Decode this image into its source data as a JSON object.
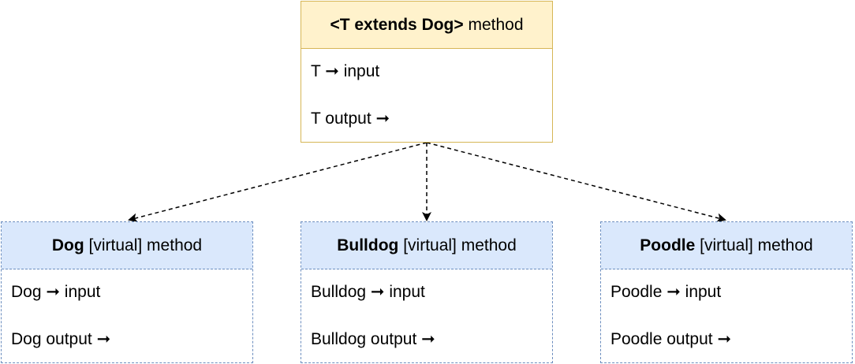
{
  "generic": {
    "title_bold": "<T extends Dog>",
    "title_rest": " method",
    "input_row": "T ➞ input",
    "output_row": "T output ➞"
  },
  "subclasses": [
    {
      "title_bold": "Dog",
      "title_rest": " [virtual] method",
      "input_row": "Dog ➞ input",
      "output_row": "Dog output ➞"
    },
    {
      "title_bold": "Bulldog",
      "title_rest": " [virtual] method",
      "input_row": "Bulldog ➞ input",
      "output_row": "Bulldog output ➞"
    },
    {
      "title_bold": "Poodle",
      "title_rest": " [virtual] method",
      "input_row": "Poodle ➞ input",
      "output_row": "Poodle output ➞"
    }
  ],
  "colors": {
    "generic_fill": "#fff2cc",
    "generic_stroke": "#d6b656",
    "subclass_fill": "#dae8fc",
    "subclass_stroke": "#6c8ebf",
    "arrow": "#000000"
  }
}
